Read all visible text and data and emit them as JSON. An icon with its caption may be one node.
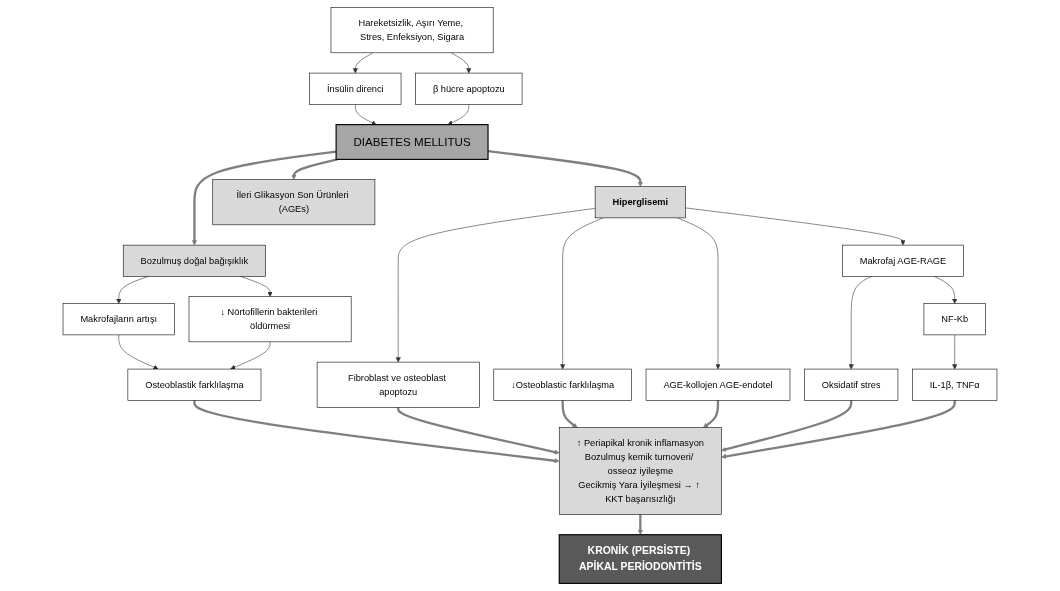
{
  "diagram": {
    "nodes": [
      {
        "text": [
          "Hareketsizlik, Aşırı Yeme, Stres, Enfeksiyon, Sigara"
        ]
      },
      {
        "text": [
          "İnsülin direnci"
        ]
      },
      {
        "text": [
          "β hücre apoptozu"
        ]
      },
      {
        "text": [
          "DIABETES MELLITUS"
        ]
      },
      {
        "text": [
          "Bozulmuş doğal bağışıklık"
        ]
      },
      {
        "text": [
          "İleri Glikasyon Son Ürünleri (AGEs)"
        ]
      },
      {
        "text": [
          "Hiperglisemi"
        ]
      },
      {
        "text": [
          "Makrofajların artışı"
        ]
      },
      {
        "text": [
          "↓ Nörtofillerin bakterileri öldürmesi"
        ]
      },
      {
        "text": [
          "Fibroblast ve osteoblast apoptozu"
        ]
      },
      {
        "text": [
          "↓Osteoblastic farklılaşma"
        ]
      },
      {
        "text": [
          "AGE-kollojen AGE-endotel"
        ]
      },
      {
        "text": [
          "Makrofaj AGE-RAGE"
        ]
      },
      {
        "text": [
          "Oksidatif stres"
        ]
      },
      {
        "text": [
          "Osteoblastik farklılaşma"
        ]
      },
      {
        "text": [
          "↑ Periapikal kronik inflamasyon",
          "Bozulmuş kemik turnoveri/ osseoz iyileşme",
          "Gecikmiş Yara İyileşmesi → ↑ KKT başarısızlığı"
        ]
      },
      {
        "text": [
          "NF-Kb"
        ]
      },
      {
        "text": [
          "IL-1β, TNFα"
        ]
      },
      {
        "text": [
          "KRONİK (PERSİSTE) APİKAL PERİODONTİTİS"
        ]
      }
    ],
    "edges": [
      {
        "from": 0,
        "to": 1,
        "arrow": "to"
      },
      {
        "from": 0,
        "to": 2,
        "arrow": "to"
      },
      {
        "from": 1,
        "to": 3,
        "arrow": "to"
      },
      {
        "from": 2,
        "to": 3,
        "arrow": "to"
      },
      {
        "from": 3,
        "to": 4,
        "arrow": "to",
        "style": "thick"
      },
      {
        "from": 3,
        "to": 5,
        "arrow": "to",
        "style": "thick"
      },
      {
        "from": 3,
        "to": 6,
        "arrow": "to",
        "style": "thick"
      },
      {
        "from": 4,
        "to": 7,
        "arrow": "to"
      },
      {
        "from": 4,
        "to": 8,
        "arrow": "to"
      },
      {
        "from": 6,
        "to": 9,
        "arrow": "to"
      },
      {
        "from": 6,
        "to": 10,
        "arrow": "to"
      },
      {
        "from": 6,
        "to": 11,
        "arrow": "to"
      },
      {
        "from": 6,
        "to": 12,
        "arrow": "to"
      },
      {
        "from": 7,
        "to": 14,
        "arrow": "to"
      },
      {
        "from": 8,
        "to": 14,
        "arrow": "to"
      },
      {
        "from": 9,
        "to": 15,
        "arrow": "to",
        "style": "thick"
      },
      {
        "from": 10,
        "to": 15,
        "arrow": "to",
        "style": "thick"
      },
      {
        "from": 11,
        "to": 15,
        "arrow": "to",
        "style": "thick"
      },
      {
        "from": 12,
        "to": 13,
        "arrow": "to"
      },
      {
        "from": 12,
        "to": 16,
        "arrow": "to"
      },
      {
        "from": 13,
        "to": 15,
        "arrow": "to",
        "style": "thick"
      },
      {
        "from": 14,
        "to": 15,
        "arrow": "to",
        "style": "thick"
      },
      {
        "from": 16,
        "to": 17,
        "arrow": "to"
      },
      {
        "from": 17,
        "to": 15,
        "arrow": "to",
        "style": "thick"
      },
      {
        "from": 15,
        "to": 18,
        "arrow": "to",
        "style": "thick"
      }
    ]
  }
}
